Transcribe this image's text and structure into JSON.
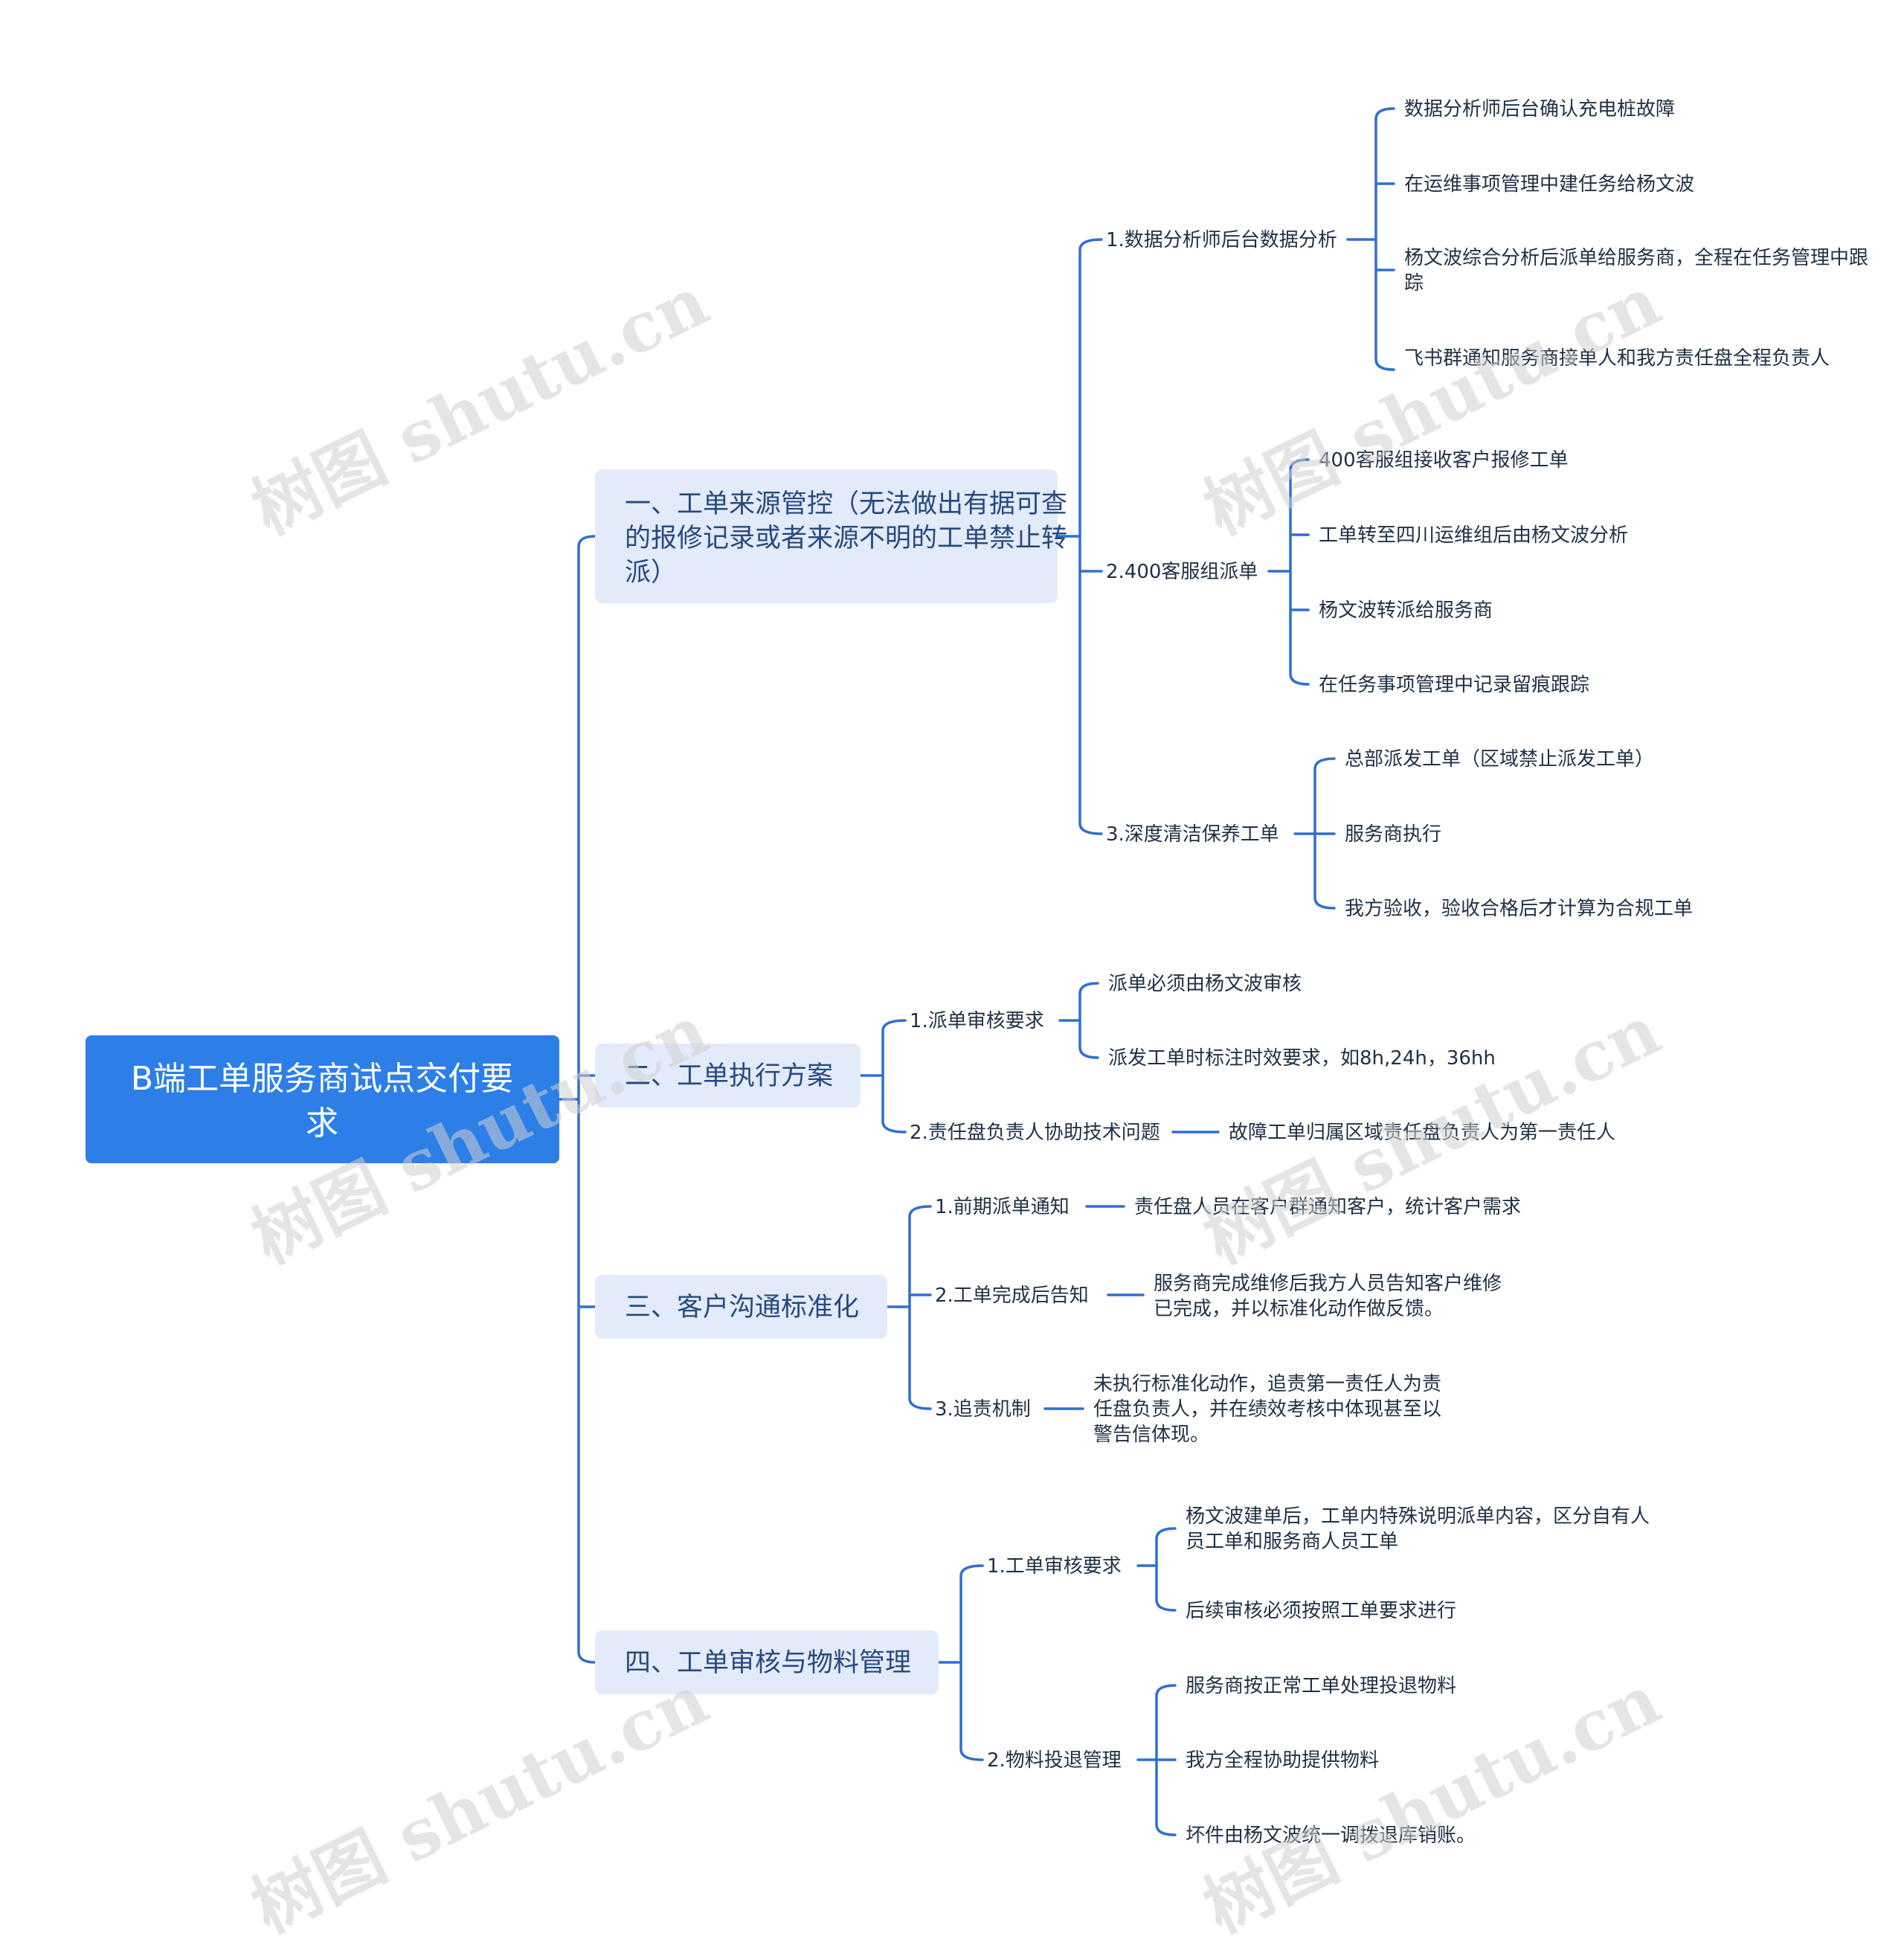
{
  "root": {
    "label": "B端工单服务商试点交付要求"
  },
  "branches": [
    {
      "label": "一、工单来源管控（无法做出有据可查的报修记录或者来源不明的工单禁止转派）",
      "children": [
        {
          "label": "1.数据分析师后台数据分析",
          "children": [
            {
              "label": "数据分析师后台确认充电桩故障"
            },
            {
              "label": "在运维事项管理中建任务给杨文波"
            },
            {
              "label": "杨文波综合分析后派单给服务商，全程在任务管理中跟踪"
            },
            {
              "label": "飞书群通知服务商接单人和我方责任盘全程负责人"
            }
          ]
        },
        {
          "label": "2.400客服组派单",
          "children": [
            {
              "label": "400客服组接收客户报修工单"
            },
            {
              "label": "工单转至四川运维组后由杨文波分析"
            },
            {
              "label": "杨文波转派给服务商"
            },
            {
              "label": "在任务事项管理中记录留痕跟踪"
            }
          ]
        },
        {
          "label": "3.深度清洁保养工单",
          "children": [
            {
              "label": "总部派发工单（区域禁止派发工单）"
            },
            {
              "label": "服务商执行"
            },
            {
              "label": "我方验收，验收合格后才计算为合规工单"
            }
          ]
        }
      ]
    },
    {
      "label": "二、工单执行方案",
      "children": [
        {
          "label": "1.派单审核要求",
          "children": [
            {
              "label": "派单必须由杨文波审核"
            },
            {
              "label": "派发工单时标注时效要求，如8h,24h，36hh"
            }
          ]
        },
        {
          "label": "2.责任盘负责人协助技术问题",
          "children": [
            {
              "label": "故障工单归属区域责任盘负责人为第一责任人"
            }
          ]
        }
      ]
    },
    {
      "label": "三、客户沟通标准化",
      "children": [
        {
          "label": "1.前期派单通知",
          "children": [
            {
              "label": "责任盘人员在客户群通知客户，统计客户需求"
            }
          ]
        },
        {
          "label": "2.工单完成后告知",
          "children": [
            {
              "label": "服务商完成维修后我方人员告知客户维修已完成，并以标准化动作做反馈。"
            }
          ]
        },
        {
          "label": "3.追责机制",
          "children": [
            {
              "label": "未执行标准化动作，追责第一责任人为责任盘负责人，并在绩效考核中体现甚至以警告信体现。"
            }
          ]
        }
      ]
    },
    {
      "label": "四、工单审核与物料管理",
      "children": [
        {
          "label": "1.工单审核要求",
          "children": [
            {
              "label": "杨文波建单后，工单内特殊说明派单内容，区分自有人员工单和服务商人员工单"
            },
            {
              "label": "后续审核必须按照工单要求进行"
            }
          ]
        },
        {
          "label": "2.物料投退管理",
          "children": [
            {
              "label": "服务商按正常工单处理投退物料"
            },
            {
              "label": "我方全程协助提供物料"
            },
            {
              "label": "坏件由杨文波统一调拨退库销账。"
            }
          ]
        }
      ]
    }
  ],
  "watermark": "树图 shutu.cn",
  "colors": {
    "root_fill": "#2d7fe8",
    "branch_fill": "#e3ebfb",
    "branch_text": "#274a7e",
    "edge": "#2f6fcf",
    "leaf_text": "#1f3046"
  }
}
